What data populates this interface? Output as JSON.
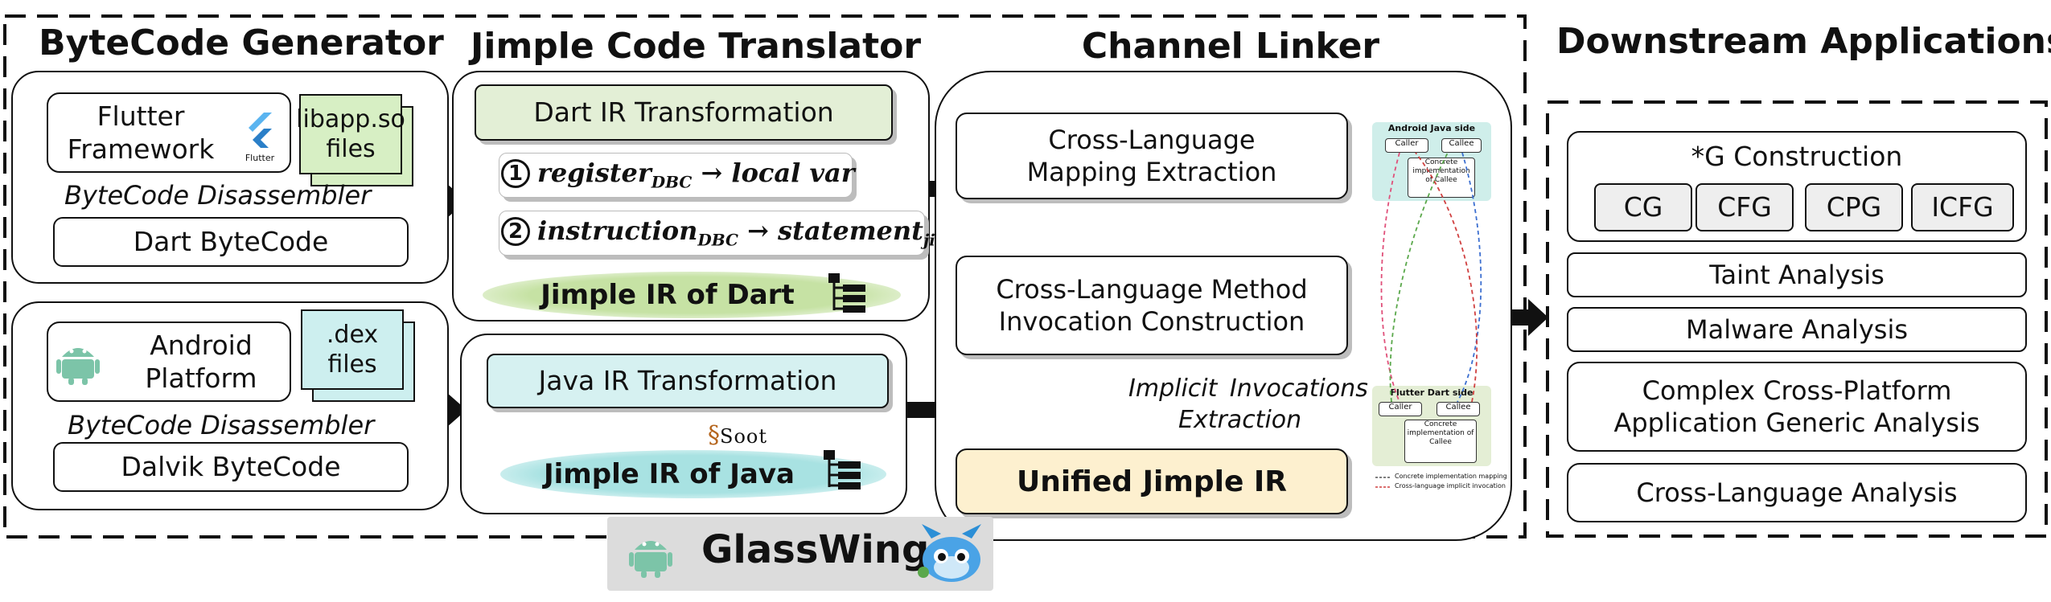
{
  "sections": {
    "bytecode_generator": "ByteCode Generator",
    "jimple_translator": "Jimple Code Translator",
    "channel_linker": "Channel Linker",
    "downstream": "Downstream Applications"
  },
  "generator": {
    "flutter_framework": "Flutter Framework",
    "flutter_logo_caption": "Flutter",
    "libapp_file": "libapp.so files",
    "disassembler_1": "ByteCode Disassembler",
    "dart_bytecode": "Dart ByteCode",
    "android_platform": "Android Platform",
    "dex_file": ".dex files",
    "disassembler_2": "ByteCode Disassembler",
    "dalvik_bytecode": "Dalvik ByteCode"
  },
  "translator": {
    "dart_ir_transformation": "Dart IR Transformation",
    "step1_num": "1",
    "step1_lhs": "register",
    "step1_sub": "DBC",
    "step1_rhs": "→ local var",
    "step2_num": "2",
    "step2_lhs": "instruction",
    "step2_sub": "DBC",
    "step2_rhs": "→ statement",
    "step2_sub2": "jim",
    "jimple_ir_dart": "Jimple IR of Dart",
    "java_ir_transformation": "Java IR Transformation",
    "soot_logo": "Soot",
    "jimple_ir_java": "Jimple IR of Java"
  },
  "linker": {
    "mapping_extraction": "Cross-Language Mapping Extraction",
    "method_invocation": "Cross-Language Method Invocation Construction",
    "implicit_label_1": "Implicit  Invocations",
    "implicit_label_2": "Extraction",
    "unified_ir": "Unified Jimple IR",
    "mini": {
      "android_side": "Android Java side",
      "flutter_side": "Flutter Dart side",
      "caller_a": "Caller",
      "callee_a": "Callee",
      "concrete_a": "Concrete implementation of Callee",
      "caller_b": "Caller",
      "callee_b": "Callee",
      "concrete_b": "Concrete implementation of Callee",
      "legend_1": "Concrete implementation mapping",
      "legend_2": "Cross-language implicit invocation"
    }
  },
  "downstream": {
    "g_construction": "*G Construction",
    "graphs": [
      "CG",
      "CFG",
      "CPG",
      "ICFG"
    ],
    "taint": "Taint Analysis",
    "malware": "Malware Analysis",
    "complex": "Complex Cross-Platform Application Generic Analysis",
    "cross_language": "Cross-Language Analysis"
  },
  "brand": {
    "name": "GlassWing"
  },
  "colors": {
    "dart_ir_fill": "#e3efd6",
    "jimple_dart_fill": "#d4e8b8",
    "java_ir_fill": "#d6f1f1",
    "jimple_java_fill": "#bfeaea",
    "file_green": "#d7efc4",
    "file_cyan": "#cdefef",
    "unified_fill": "#fdf0cf",
    "brand_bg": "#dcdcdc",
    "android_green": "#7cc4a8",
    "flutter_blue": "#4aa3e6"
  }
}
